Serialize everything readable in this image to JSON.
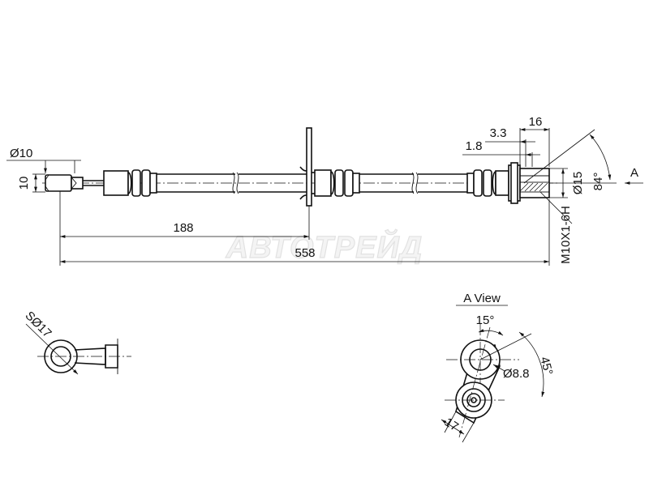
{
  "watermark": "АВТОТРЕЙД",
  "dimensions": {
    "d_tube": "Ø10",
    "h_tube": "10",
    "len_bracket": "188",
    "len_total": "558",
    "d_port": "Ø15",
    "angle_port": "84°",
    "thread": "M10X1-6H",
    "w_1": "1.8",
    "w_2": "3.3",
    "w_3": "16",
    "view_marker": "A"
  },
  "side_view": {
    "sphere": "SØ17"
  },
  "a_view": {
    "title": "A  View",
    "angle_top": "15°",
    "angle_side": "45°",
    "hole": "Ø8.8",
    "width": "17"
  }
}
